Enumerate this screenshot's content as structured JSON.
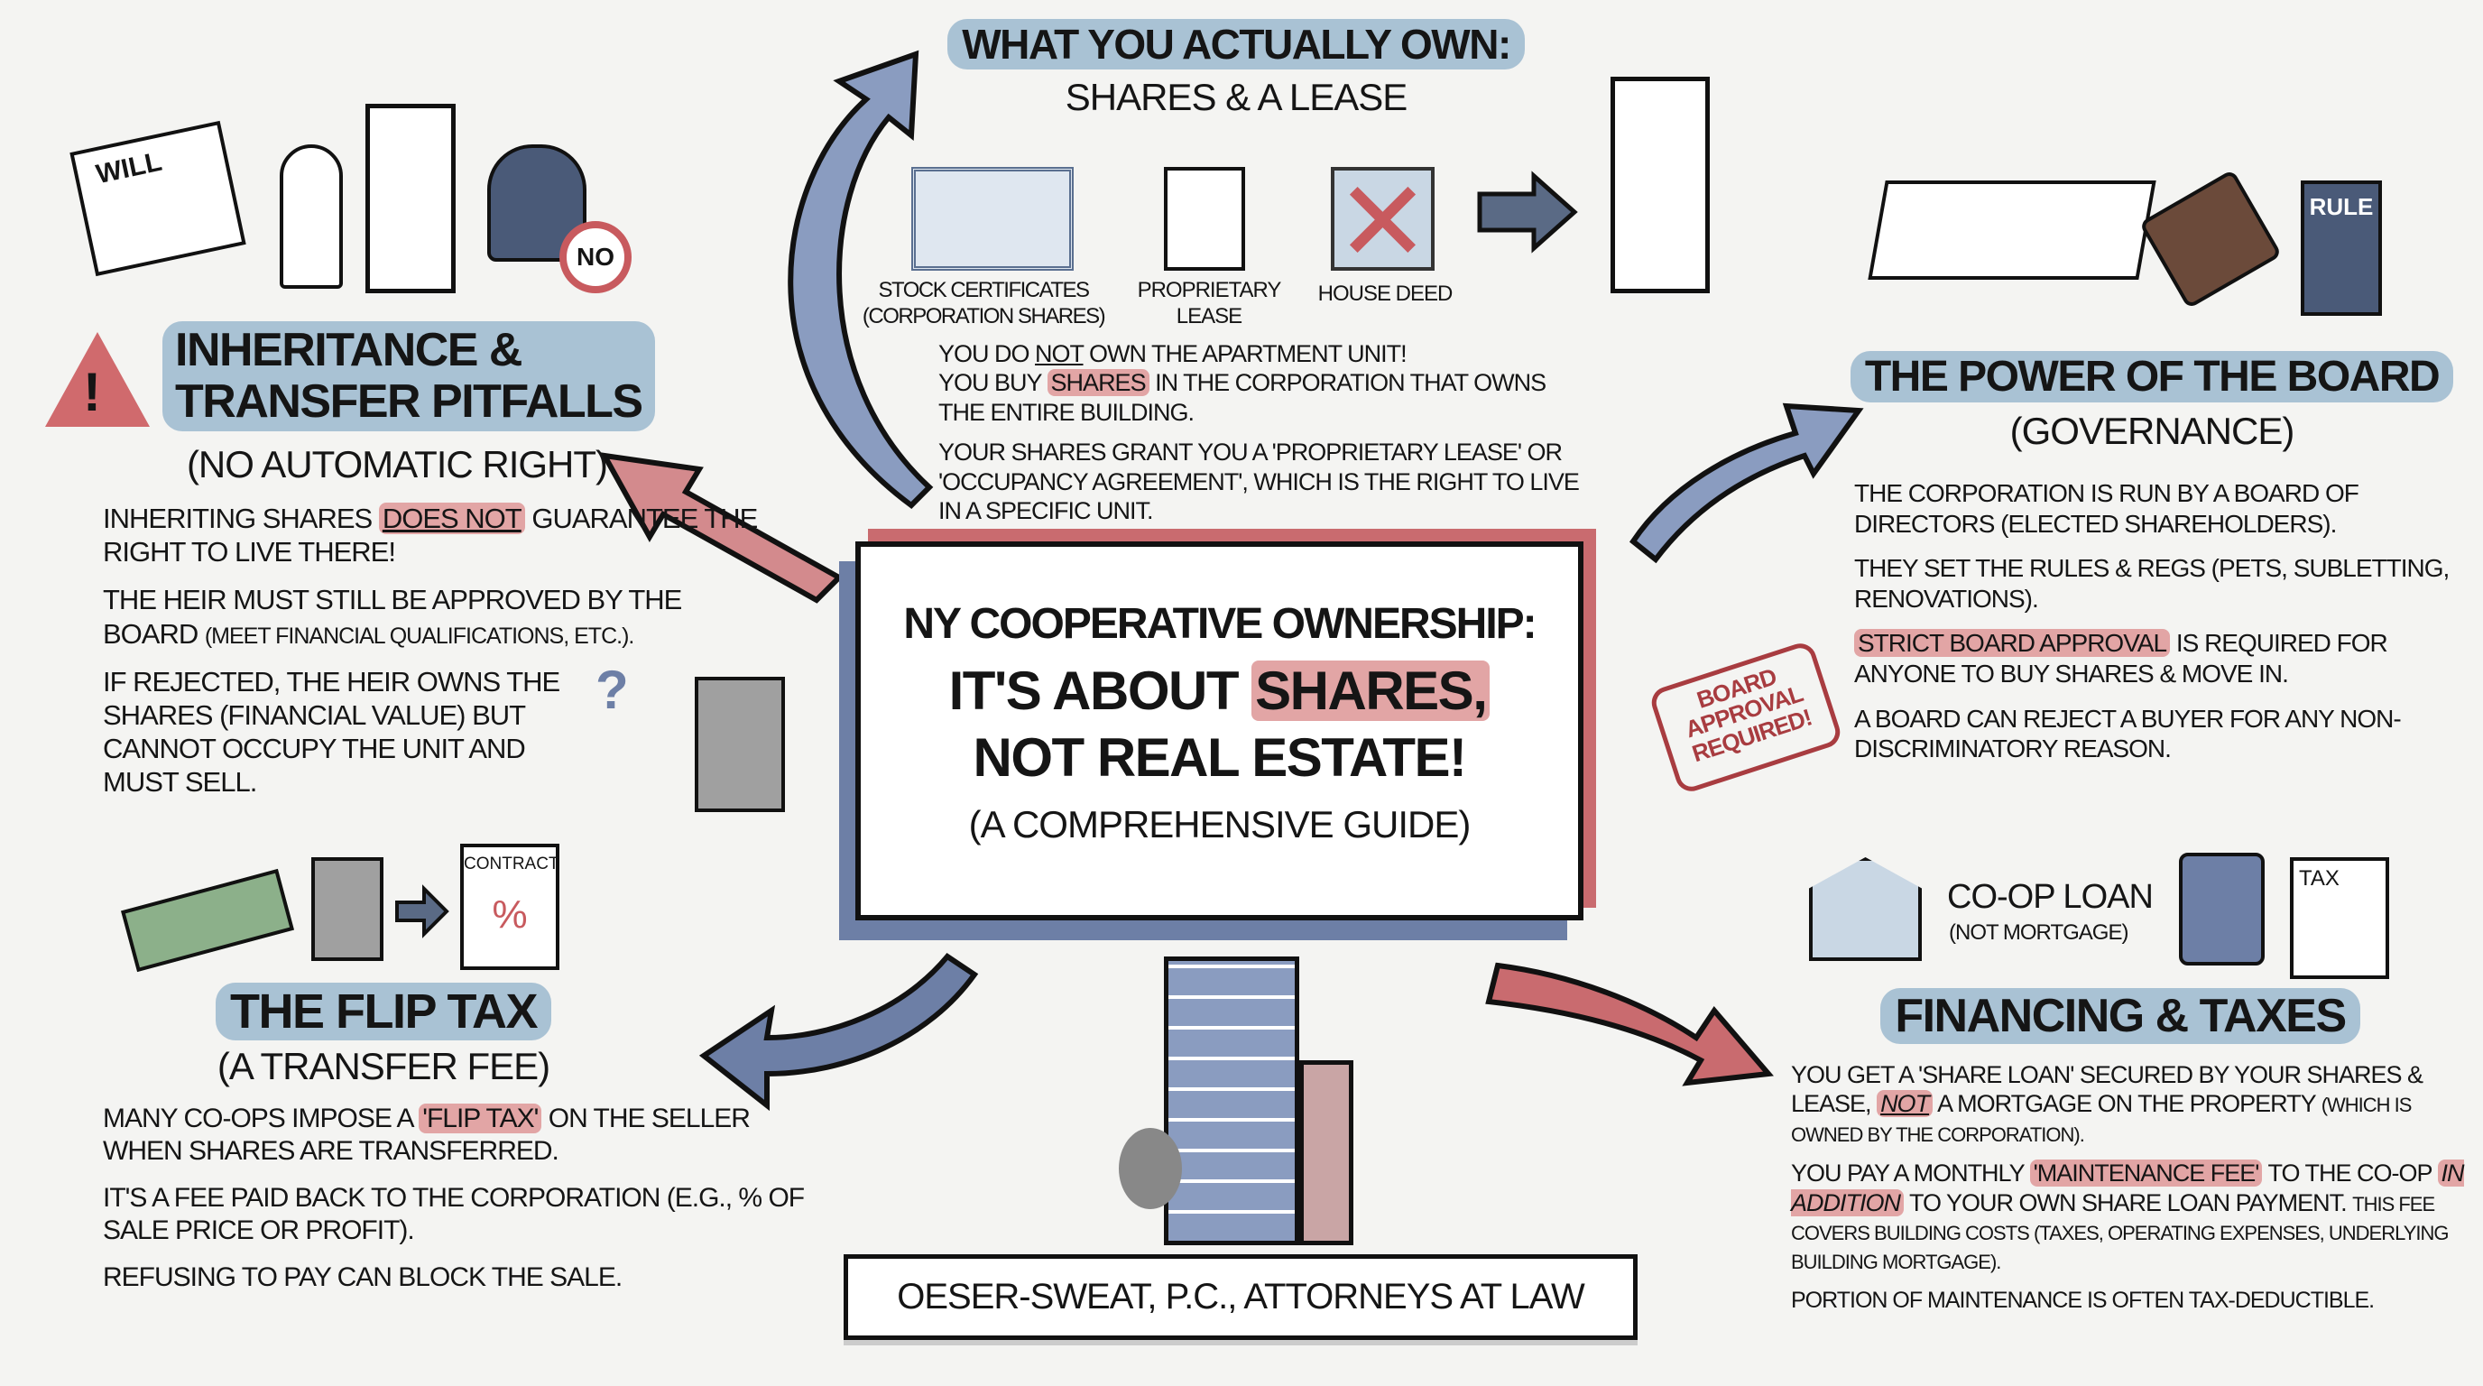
{
  "center": {
    "title": "NY COOPERATIVE OWNERSHIP:",
    "line2a": "IT'S ABOUT ",
    "line2b": "SHARES,",
    "line3": "NOT REAL ESTATE!",
    "line4": "(A COMPREHENSIVE GUIDE)"
  },
  "own": {
    "title": "WHAT YOU ACTUALLY OWN:",
    "subtitle": "SHARES & A LEASE",
    "icons": [
      {
        "label": "STOCK CERTIFICATES",
        "sub": "(CORPORATION SHARES)",
        "icon": "certificate-icon"
      },
      {
        "label": "PROPRIETARY",
        "sub": "LEASE",
        "icon": "document-icon"
      },
      {
        "label": "HOUSE DEED",
        "icon": "crossed-house-icon"
      }
    ],
    "p1a": "YOU DO ",
    "p1b": "NOT",
    "p1c": " OWN THE APARTMENT UNIT!",
    "p1d": "YOU BUY ",
    "p1e": "SHARES",
    "p1f": " IN THE CORPORATION THAT OWNS THE ENTIRE BUILDING.",
    "p2": "YOUR SHARES GRANT YOU A 'PROPRIETARY LEASE' OR 'OCCUPANCY AGREEMENT', WHICH IS THE RIGHT TO LIVE IN A SPECIFIC UNIT."
  },
  "inherit": {
    "will_label": "WILL",
    "no_label": "NO",
    "title1": "INHERITANCE &",
    "title2": "TRANSFER PITFALLS",
    "subtitle": "(NO AUTOMATIC RIGHT)",
    "p1a": "INHERITING SHARES ",
    "p1b": "DOES NOT",
    "p1c": " GUARANTEE THE RIGHT TO LIVE THERE!",
    "p2a": "THE HEIR MUST STILL BE APPROVED BY THE BOARD ",
    "p2b": "(MEET FINANCIAL QUALIFICATIONS, ETC.).",
    "p3": "IF REJECTED, THE HEIR OWNS THE SHARES (FINANCIAL VALUE) BUT CANNOT OCCUPY THE UNIT AND MUST SELL."
  },
  "board": {
    "rule_label": "RULE",
    "title": "THE POWER OF THE BOARD",
    "subtitle": "(GOVERNANCE)",
    "p1": "THE CORPORATION IS RUN BY A BOARD OF DIRECTORS (ELECTED SHAREHOLDERS).",
    "p2": "THEY SET THE RULES & REGS (PETS, SUBLETTING, RENOVATIONS).",
    "p3a": "STRICT BOARD APPROVAL",
    "p3b": " IS REQUIRED FOR ANYONE TO BUY SHARES & MOVE IN.",
    "p4": "A BOARD CAN REJECT A BUYER FOR ANY NON-DISCRIMINATORY REASON.",
    "stamp": [
      "BOARD",
      "APPROVAL",
      "REQUIRED!"
    ]
  },
  "flip": {
    "contract_label": "CONTRACT",
    "title": "THE FLIP TAX",
    "subtitle": "(A TRANSFER FEE)",
    "p1": "MANY CO-OPS IMPOSE A ",
    "p1b": "'FLIP TAX'",
    "p1c": " ON THE SELLER WHEN SHARES ARE TRANSFERRED.",
    "p2": "IT'S A FEE PAID BACK TO THE CORPORATION (E.G., % OF SALE PRICE OR PROFIT).",
    "p3": "REFUSING TO PAY CAN BLOCK THE SALE."
  },
  "finance": {
    "loan_label": "CO-OP LOAN",
    "loan_sub": "(NOT MORTGAGE)",
    "tax_label": "TAX",
    "title": "FINANCING & TAXES",
    "p1a": "YOU GET A 'SHARE LOAN' SECURED BY YOUR SHARES & LEASE, ",
    "p1b": "NOT",
    "p1c": " A MORTGAGE ON THE PROPERTY ",
    "p1d": "(WHICH IS OWNED BY THE CORPORATION).",
    "p2a": "YOU PAY A MONTHLY ",
    "p2b": "'MAINTENANCE FEE'",
    "p2c": " TO THE CO-OP ",
    "p2d": "IN ADDITION",
    "p2e": " TO YOUR OWN SHARE LOAN PAYMENT. ",
    "p2f": "THIS FEE COVERS BUILDING COSTS (TAXES, OPERATING EXPENSES, UNDERLYING BUILDING MORTGAGE).",
    "p3": "PORTION OF MAINTENANCE IS OFTEN TAX-DEDUCTIBLE."
  },
  "footer": {
    "firm": "OESER-SWEAT, P.C., ATTORNEYS AT LAW"
  },
  "colors": {
    "blue": "#a9c2d4",
    "red": "#d9777a",
    "arrow_blue": "#6d7fa6",
    "arrow_red": "#c96b6f"
  }
}
